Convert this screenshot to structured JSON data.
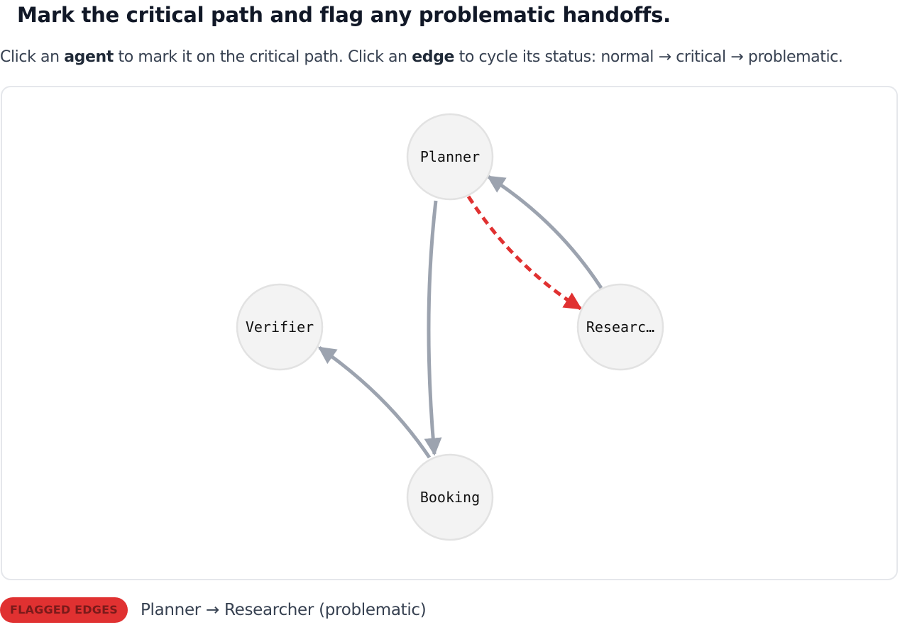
{
  "header": {
    "title": "Mark the critical path and flag any problematic handoffs."
  },
  "instructions": {
    "t1": "Click an ",
    "agent_word": "agent",
    "t2": " to mark it on the critical path. Click an ",
    "edge_word": "edge",
    "t3": " to cycle its status: normal → critical → problematic."
  },
  "graph": {
    "colors": {
      "normal": "#9ca3af",
      "problematic": "#e03131",
      "node_fill": "#f3f3f3",
      "node_stroke": "#e2e2e2"
    },
    "nodes": [
      {
        "id": "planner",
        "label": "Planner"
      },
      {
        "id": "researcher",
        "label": "Researc…"
      },
      {
        "id": "verifier",
        "label": "Verifier"
      },
      {
        "id": "booking",
        "label": "Booking"
      }
    ],
    "edges": [
      {
        "from": "planner",
        "to": "researcher",
        "status": "problematic"
      },
      {
        "from": "researcher",
        "to": "planner",
        "status": "normal"
      },
      {
        "from": "planner",
        "to": "booking",
        "status": "normal"
      },
      {
        "from": "booking",
        "to": "verifier",
        "status": "normal"
      }
    ]
  },
  "footer": {
    "badge": "FLAGGED EDGES",
    "flagged_text": "Planner → Researcher (problematic)"
  }
}
